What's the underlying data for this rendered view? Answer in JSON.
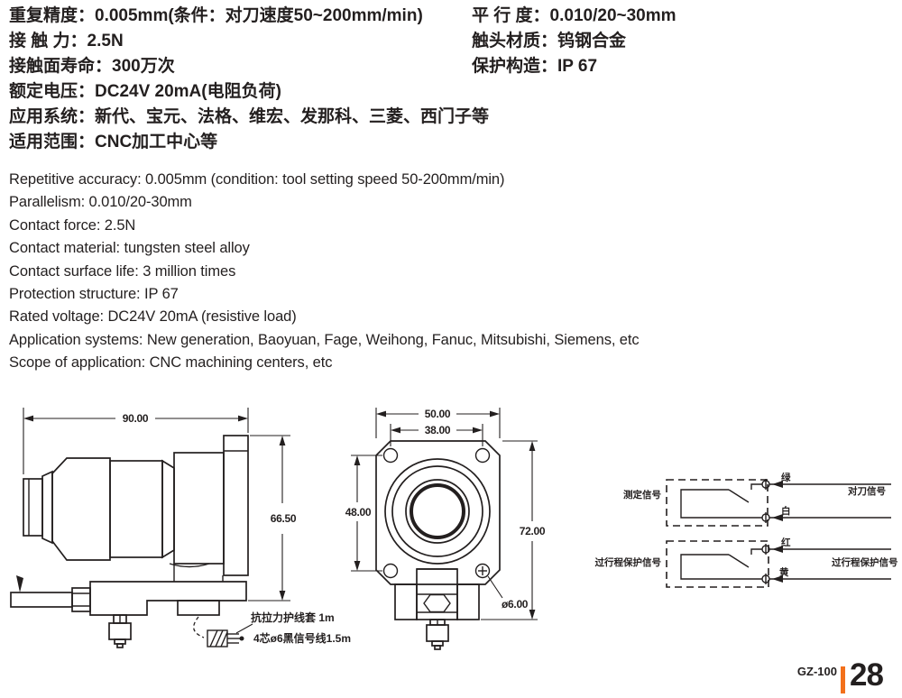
{
  "colors": {
    "ink": "#231F1F",
    "accent": "#F3701B"
  },
  "specs_cn": {
    "left": [
      "重复精度：0.005mm(条件：对刀速度50~200mm/min)",
      "接 触 力：2.5N",
      "接触面寿命：300万次",
      "额定电压：DC24V 20mA(电阻负荷)",
      "应用系统：新代、宝元、法格、维宏、发那科、三菱、西门子等",
      "适用范围：CNC加工中心等"
    ],
    "right": [
      "平 行 度：0.010/20~30mm",
      "触头材质：钨钢合金",
      "保护构造：IP 67"
    ]
  },
  "specs_en": {
    "lines": [
      "Repetitive accuracy: 0.005mm (condition: tool setting speed 50-200mm/min)",
      "Parallelism: 0.010/20-30mm",
      "Contact force: 2.5N",
      "Contact material: tungsten steel alloy",
      "Contact surface life: 3 million times",
      "Protection structure: IP 67",
      "Rated voltage: DC24V 20mA (resistive load)",
      "Application systems: New generation, Baoyuan, Fage, Weihong, Fanuc, Mitsubishi, Siemens, etc",
      "Scope of application: CNC machining centers, etc"
    ]
  },
  "drawings": {
    "side_view": {
      "dim_length": "90.00",
      "dim_height": "66.50",
      "label_sleeve": "抗拉力护线套 1m",
      "label_cable": "4芯ø6黑信号线1.5m"
    },
    "front_view": {
      "dim_width": "50.00",
      "dim_hole_span_h": "38.00",
      "dim_hole_span_v": "48.00",
      "dim_total_height": "72.00",
      "dim_hole_dia": "ø6.00"
    },
    "wiring": {
      "measure_label": "测定信号",
      "measure_signal": "对刀信号",
      "overtravel_label": "过行程保护信号",
      "overtravel_signal": "过行程保护信号",
      "wire_green": "绿",
      "wire_white": "白",
      "wire_red": "红",
      "wire_yellow": "黄"
    }
  },
  "footer": {
    "model": "GZ-100",
    "page_number": "28"
  }
}
